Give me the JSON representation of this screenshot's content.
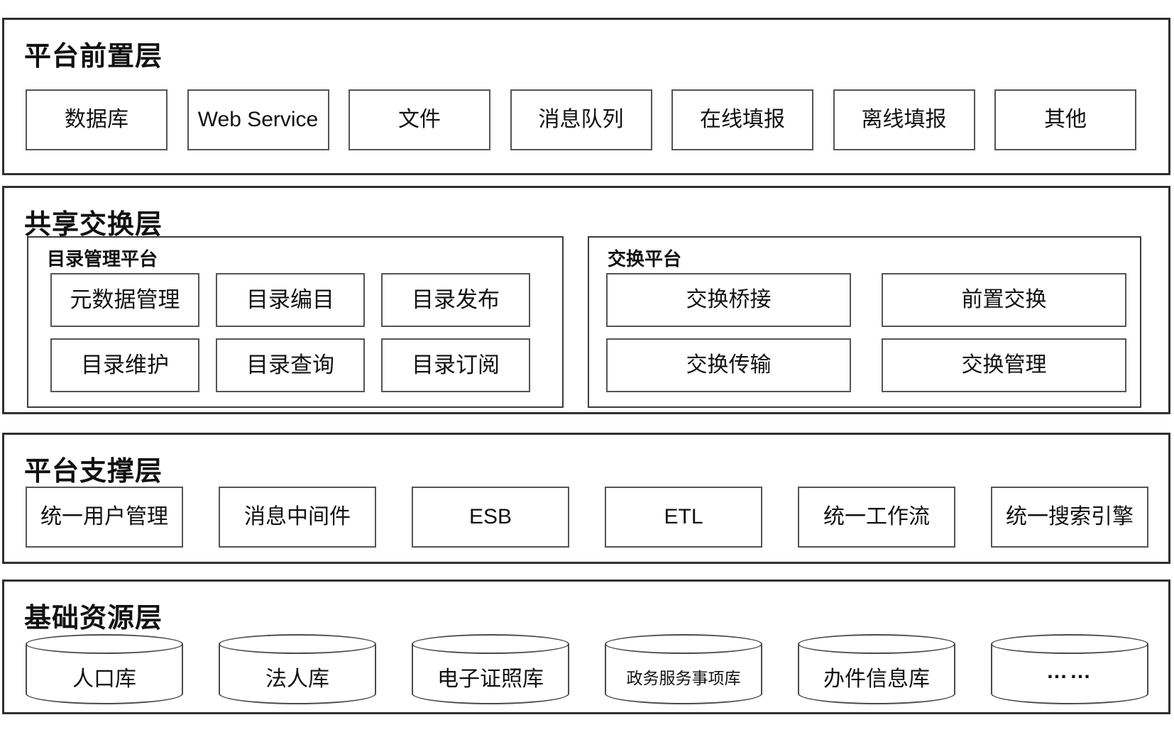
{
  "diagram": {
    "type": "layered-architecture",
    "colors": {
      "background": "#ffffff",
      "layer_border": "#2f2f2f",
      "box_border": "#555555",
      "panel_border": "#3d3d3d",
      "text": "#111111"
    },
    "layers": [
      {
        "title": "平台前置层",
        "boxes": [
          "数据库",
          "Web Service",
          "文件",
          "消息队列",
          "在线填报",
          "离线填报",
          "其他"
        ]
      },
      {
        "title": "共享交换层",
        "panels": [
          {
            "title": "目录管理平台",
            "boxes": [
              "元数据管理",
              "目录编目",
              "目录发布",
              "目录维护",
              "目录查询",
              "目录订阅"
            ]
          },
          {
            "title": "交换平台",
            "boxes": [
              "交换桥接",
              "前置交换",
              "交换传输",
              "交换管理"
            ]
          }
        ]
      },
      {
        "title": "平台支撑层",
        "boxes": [
          "统一用户管理",
          "消息中间件",
          "ESB",
          "ETL",
          "统一工作流",
          "统一搜索引擎"
        ]
      },
      {
        "title": "基础资源层",
        "cylinders": [
          "人口库",
          "法人库",
          "电子证照库",
          "政务服务事项库",
          "办件信息库",
          "……"
        ]
      }
    ]
  }
}
